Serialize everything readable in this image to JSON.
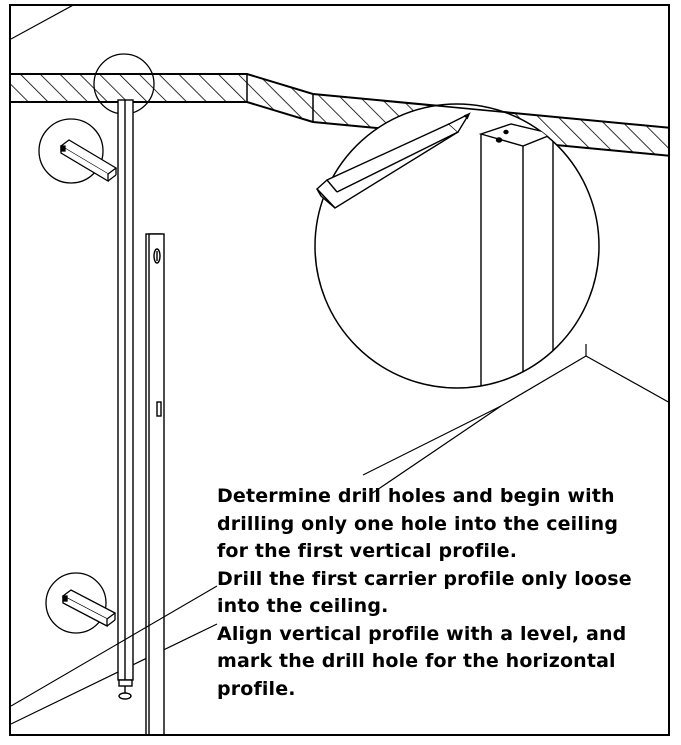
{
  "instructions": {
    "lines": [
      "Determine drill holes and begin with",
      "drilling only one hole into the ceiling",
      "for the first vertical profile.",
      "Drill the first carrier profile only loose",
      "into the ceiling.",
      "Align vertical profile with a level, and",
      "mark the drill hole for the horizontal",
      "profile."
    ]
  },
  "colors": {
    "line": "#000000",
    "background": "#ffffff"
  },
  "icons": [
    "pencil",
    "spirit-level",
    "vertical-profile",
    "ceiling-hatch",
    "detail-magnifier-circle"
  ]
}
